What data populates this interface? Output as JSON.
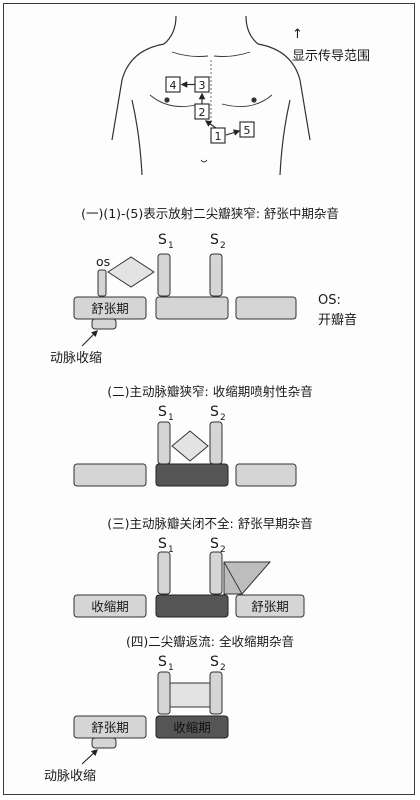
{
  "torso": {
    "nodes": [
      "4",
      "3",
      "2",
      "1",
      "5"
    ],
    "legend_arrow": "↑",
    "legend_text": "显示传导范围"
  },
  "sections": [
    {
      "caption": "(一)(1)-(5)表示放射二尖瓣狭窄: 舒张中期杂音",
      "s1": "S",
      "s1_sub": "1",
      "s2": "S",
      "s2_sub": "2",
      "os_label": "os",
      "diastole_label": "舒张期",
      "atrial_label": "动脉收缩",
      "os_note_1": "OS:",
      "os_note_2": "开瓣音"
    },
    {
      "caption": "(二)主动脉瓣狭窄: 收缩期喷射性杂音",
      "s1": "S",
      "s1_sub": "1",
      "s2": "S",
      "s2_sub": "2"
    },
    {
      "caption": "(三)主动脉瓣关闭不全: 舒张早期杂音",
      "s1": "S",
      "s1_sub": "1",
      "s2": "S",
      "s2_sub": "2",
      "systole_label": "收缩期",
      "diastole_label": "舒张期"
    },
    {
      "caption": "(四)二尖瓣返流: 全收缩期杂音",
      "s1": "S",
      "s1_sub": "1",
      "s2": "S",
      "s2_sub": "2",
      "diastole_label": "舒张期",
      "systole_label": "收缩期",
      "atrial_label": "动脉收缩"
    }
  ]
}
